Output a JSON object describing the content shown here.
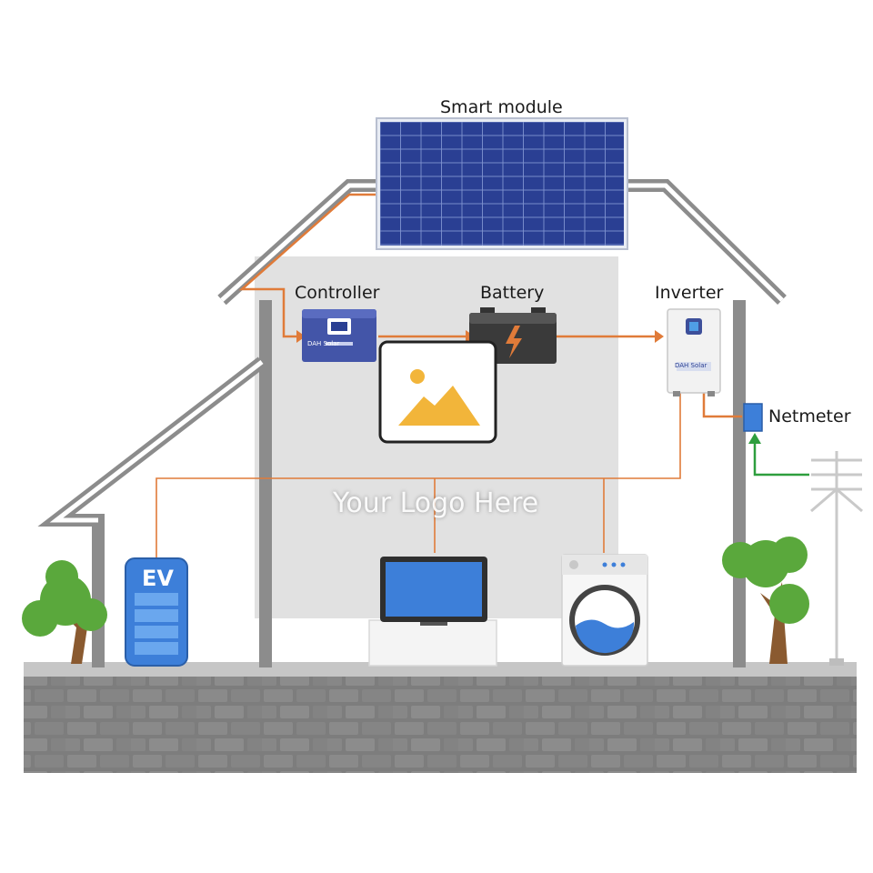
{
  "labels": {
    "smart_module": "Smart module",
    "controller": "Controller",
    "battery": "Battery",
    "inverter": "Inverter",
    "netmeter": "Netmeter",
    "ev": "EV",
    "logo_placeholder": "Your Logo Here",
    "brand_mark": "DAH Solar"
  },
  "colors": {
    "house_outline": "#8c8c8c",
    "panel_blue": "#253a8a",
    "wire_orange": "#e07b39",
    "grid_green": "#2e9e3e",
    "wall_stone": "#7a7a7a",
    "device_blue": "#3d7fd9",
    "controller_blue": "#4355a8",
    "tree_green": "#5aa83c"
  },
  "icons": [
    "solar-panel-icon",
    "controller-icon",
    "battery-icon",
    "inverter-icon",
    "netmeter-icon",
    "ev-charger-icon",
    "laptop-icon",
    "washing-machine-icon",
    "tree-icon",
    "power-pole-icon",
    "image-placeholder-icon"
  ]
}
